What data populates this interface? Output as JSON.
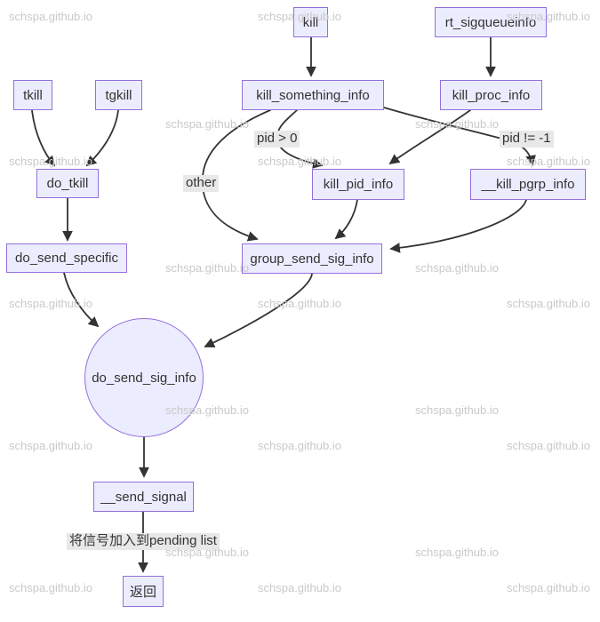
{
  "watermark": {
    "text": "schspa.github.io"
  },
  "diagram": {
    "title_hint": "kernel signal send call flow",
    "colors": {
      "node_fill": "#ECECFF",
      "node_border": "#9370DB",
      "edge": "#333333",
      "edge_label_bg": "#e8e8e8",
      "text": "#333333",
      "watermark": "#c9c9c9",
      "background": "#ffffff"
    },
    "nodes": {
      "tkill": {
        "label": "tkill",
        "shape": "rect"
      },
      "tgkill": {
        "label": "tgkill",
        "shape": "rect"
      },
      "kill": {
        "label": "kill",
        "shape": "rect"
      },
      "rt_sigqueueinfo": {
        "label": "rt_sigqueueinfo",
        "shape": "rect"
      },
      "kill_something_info": {
        "label": "kill_something_info",
        "shape": "rect"
      },
      "kill_proc_info": {
        "label": "kill_proc_info",
        "shape": "rect"
      },
      "do_tkill": {
        "label": "do_tkill",
        "shape": "rect"
      },
      "kill_pid_info": {
        "label": "kill_pid_info",
        "shape": "rect"
      },
      "kill_pgrp_info": {
        "label": "__kill_pgrp_info",
        "shape": "rect"
      },
      "do_send_specific": {
        "label": "do_send_specific",
        "shape": "rect"
      },
      "group_send_sig_info": {
        "label": "group_send_sig_info",
        "shape": "rect"
      },
      "do_send_sig_info": {
        "label": "do_send_sig_info",
        "shape": "circle"
      },
      "send_signal": {
        "label": "__send_signal",
        "shape": "rect"
      },
      "return": {
        "label": "返回",
        "shape": "rect"
      }
    },
    "edge_labels": {
      "pid_gt_0": "pid > 0",
      "pid_ne_minus1": "pid != -1",
      "other": "other",
      "pending": "将信号加入到pending list"
    },
    "edges": [
      {
        "from": "kill",
        "to": "kill_something_info"
      },
      {
        "from": "rt_sigqueueinfo",
        "to": "kill_proc_info"
      },
      {
        "from": "tkill",
        "to": "do_tkill"
      },
      {
        "from": "tgkill",
        "to": "do_tkill"
      },
      {
        "from": "do_tkill",
        "to": "do_send_specific"
      },
      {
        "from": "do_send_specific",
        "to": "do_send_sig_info"
      },
      {
        "from": "kill_something_info",
        "to": "kill_pid_info",
        "label": "pid > 0"
      },
      {
        "from": "kill_something_info",
        "to": "group_send_sig_info",
        "label": "other"
      },
      {
        "from": "kill_something_info",
        "to": "kill_pgrp_info",
        "label": "pid != -1"
      },
      {
        "from": "kill_proc_info",
        "to": "kill_pid_info"
      },
      {
        "from": "kill_pid_info",
        "to": "group_send_sig_info"
      },
      {
        "from": "kill_pgrp_info",
        "to": "group_send_sig_info"
      },
      {
        "from": "group_send_sig_info",
        "to": "do_send_sig_info"
      },
      {
        "from": "do_send_sig_info",
        "to": "send_signal"
      },
      {
        "from": "send_signal",
        "to": "return",
        "label": "将信号加入到pending list"
      }
    ]
  }
}
